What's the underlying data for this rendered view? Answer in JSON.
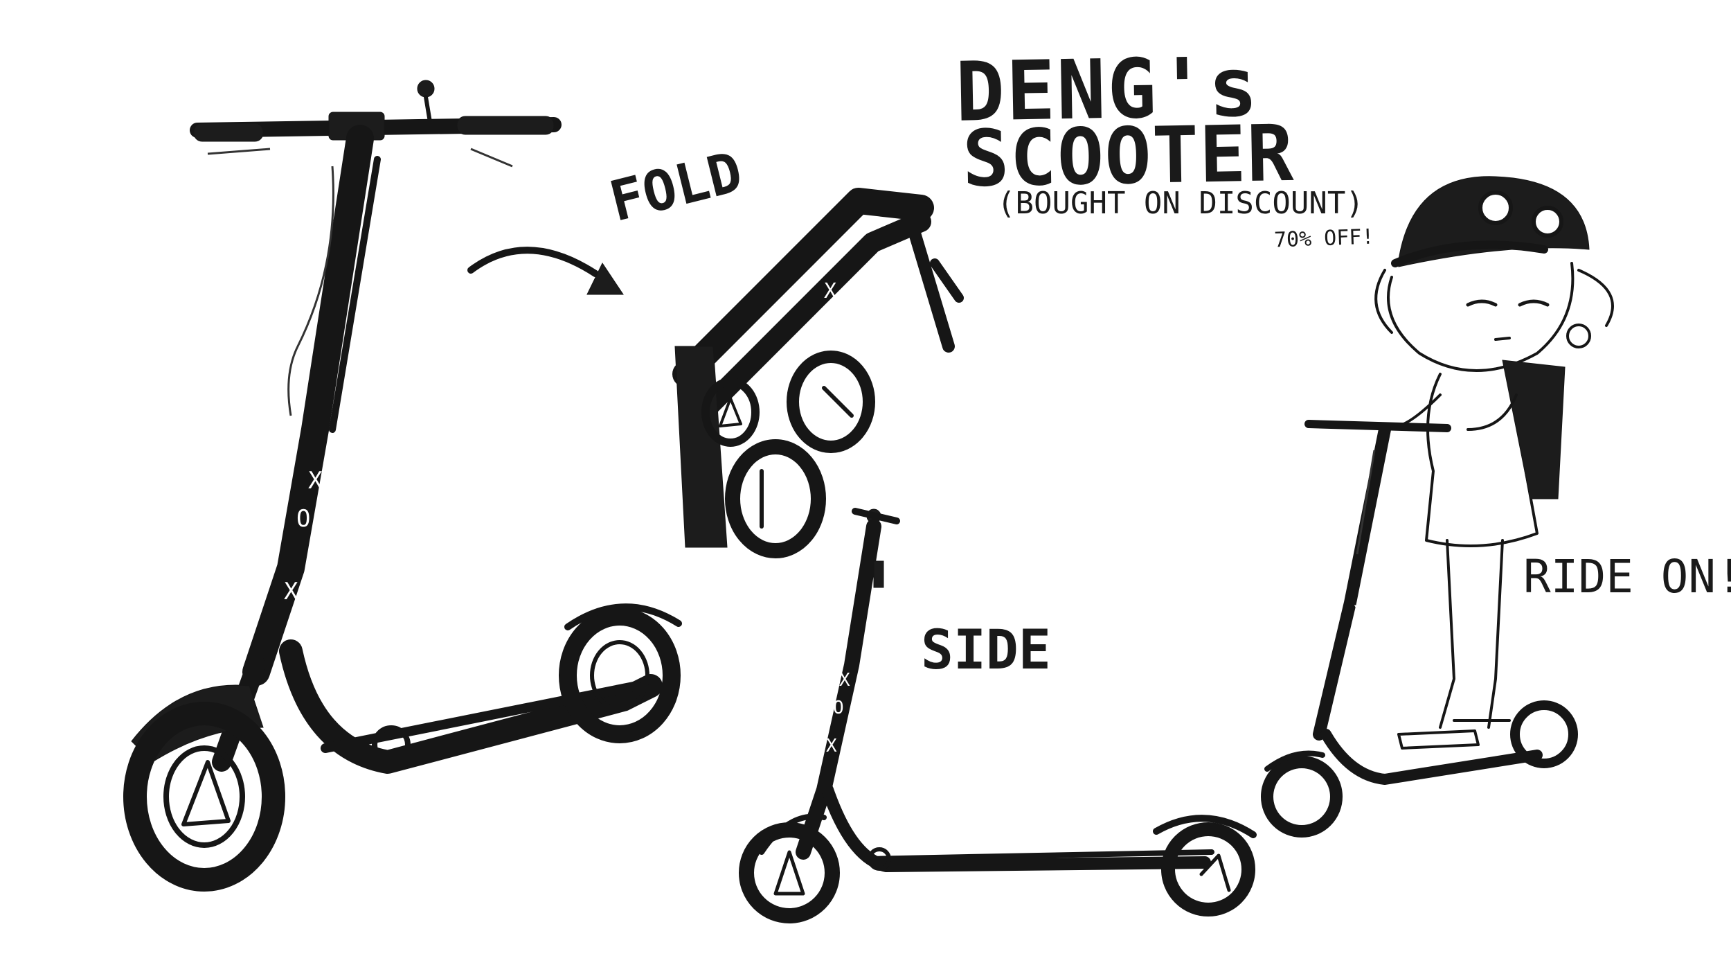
{
  "title": {
    "line1": "DENG's",
    "line2": "SCOOTER"
  },
  "subtitle": "(BOUGHT ON DISCOUNT)",
  "discount_note": "70% OFF!",
  "labels": {
    "fold": "FOLD",
    "side": "SIDE",
    "ride_on": "RIDE ON!"
  },
  "scooter_emblem": {
    "letters": [
      "X",
      "O",
      "X"
    ]
  },
  "colors": {
    "ink": "#161616",
    "paper": "#ffffff"
  }
}
